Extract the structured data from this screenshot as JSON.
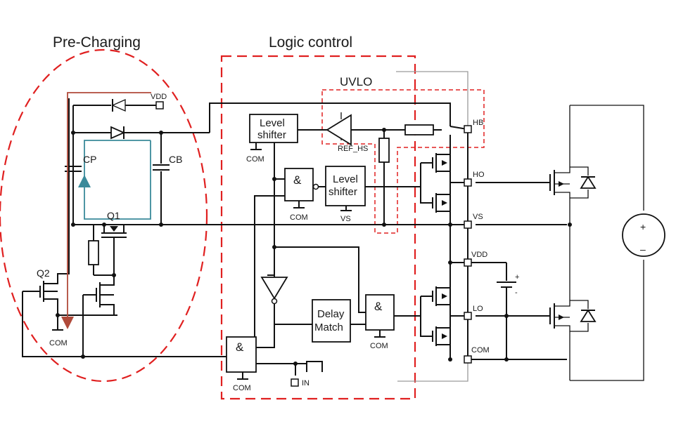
{
  "titles": {
    "precharging": "Pre-Charging",
    "logic": "Logic control",
    "uvlo": "UVLO"
  },
  "blocks": {
    "level_shifter_1": [
      "Level",
      "shifter"
    ],
    "level_shifter_2": [
      "Level",
      "shifter"
    ],
    "delay_match": [
      "Delay",
      "Match"
    ],
    "and_symbol": "&"
  },
  "labels": {
    "vdd_top": "VDD",
    "cp": "CP",
    "cb": "CB",
    "q1": "Q1",
    "q2": "Q2",
    "com": "COM",
    "ref_hs": "REF_HS",
    "vs_small": "VS",
    "in": "IN"
  },
  "pins": {
    "hb": "HB",
    "ho": "HO",
    "vs": "VS",
    "vdd": "VDD",
    "lo": "LO",
    "com": "COM"
  },
  "source": {
    "plus": "+",
    "minus": "–"
  },
  "battery": {
    "plus": "+",
    "minus": "-"
  },
  "colors": {
    "dashed_region": "#e02020",
    "red_arrow": "#b04a3a",
    "blue_arrow": "#3a8a9a",
    "gray_wire": "#9a9a9a"
  }
}
